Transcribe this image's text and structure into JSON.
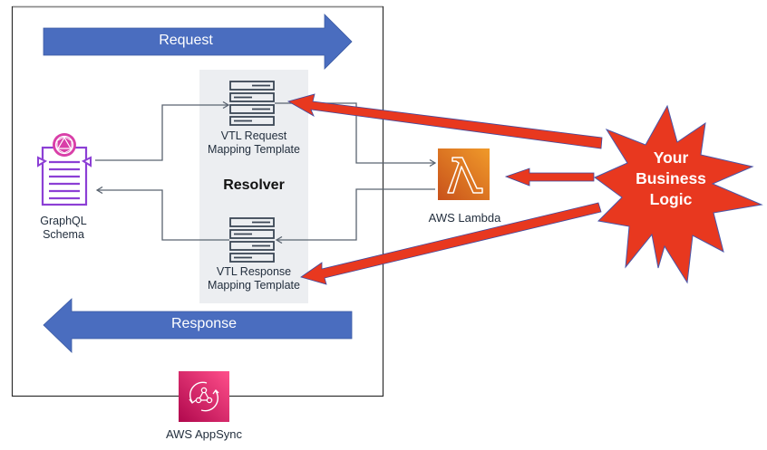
{
  "diagram": {
    "container": {
      "label": "AWS AppSync",
      "icon": "appsync-icon"
    },
    "flow_arrows": {
      "request": {
        "label": "Request",
        "direction": "right",
        "color": "#4a6dbf"
      },
      "response": {
        "label": "Response",
        "direction": "left",
        "color": "#4a6dbf"
      }
    },
    "schema": {
      "label_line1": "GraphQL",
      "label_line2": "Schema",
      "icon": "graphql-schema-icon",
      "color": "#8c3fd5"
    },
    "resolver": {
      "title": "Resolver",
      "request_template": {
        "label_line1": "VTL Request",
        "label_line2": "Mapping Template",
        "icon": "template-stack-icon"
      },
      "response_template": {
        "label_line1": "VTL Response",
        "label_line2": "Mapping Template",
        "icon": "template-stack-icon"
      }
    },
    "lambda": {
      "label": "AWS Lambda",
      "icon": "lambda-icon",
      "color": "#e07b24"
    },
    "business_logic": {
      "line1": "Your",
      "line2": "Business",
      "line3": "Logic",
      "color": "#e8381f",
      "points_to": [
        "VTL Request Mapping Template",
        "AWS Lambda",
        "VTL Response Mapping Template"
      ]
    },
    "connectors": [
      {
        "from": "GraphQL Schema",
        "to": "VTL Request Mapping Template"
      },
      {
        "from": "VTL Request Mapping Template",
        "to": "AWS Lambda"
      },
      {
        "from": "AWS Lambda",
        "to": "VTL Response Mapping Template"
      },
      {
        "from": "VTL Response Mapping Template",
        "to": "GraphQL Schema"
      }
    ]
  }
}
